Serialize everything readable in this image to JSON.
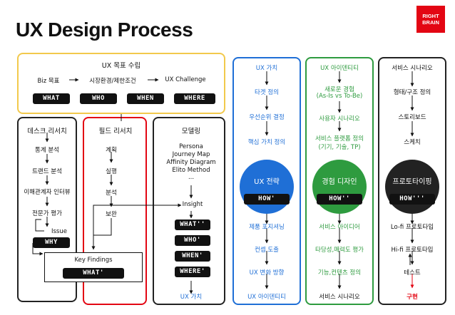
{
  "title": "UX Design Process",
  "logo": {
    "line1": "RIGHT",
    "line2": "BRAIN"
  },
  "colors": {
    "gold": "#f2c94c",
    "red": "#e30613",
    "blue": "#1f6fd6",
    "green": "#2e9b3f",
    "dark": "#222222"
  },
  "goal": {
    "heading": "UX 목표 수립",
    "flow": [
      "Biz 목표",
      "시장환경/제한조건",
      "UX Challenge"
    ],
    "tags": [
      "WHAT",
      "WHO",
      "WHEN",
      "WHERE"
    ]
  },
  "desk": {
    "heading": "데스크 리서치",
    "steps": [
      "통계 분석",
      "트랜드 분석",
      "이해관계자 인터뷰",
      "전문가 평가"
    ],
    "issue": "Issue",
    "tag": "WHY"
  },
  "field": {
    "heading": "필드 리서치",
    "steps": [
      "계획",
      "실행",
      "분석",
      "보완"
    ]
  },
  "key_findings": {
    "label": "Key Findings",
    "tag": "WHAT'"
  },
  "modeling": {
    "heading": "모델링",
    "lines": [
      "Persona",
      "Journey Map",
      "Affinity Diagram",
      "Elito Method",
      "..."
    ],
    "insight": "Insight",
    "tags": [
      "WHAT''",
      "WHO'",
      "WHEN'",
      "WHERE'"
    ],
    "bottom": "UX 가치"
  },
  "strategy": {
    "top": [
      "UX 가치",
      "타겟 정의",
      "우선순위 결정",
      "핵심 가치 정의"
    ],
    "circle": "UX 전략",
    "tag": "HOW'",
    "bottom": [
      "제품 포지셔닝",
      "컨셉 도출",
      "UX 변화 방향",
      "UX 아이덴티티"
    ]
  },
  "experience": {
    "top": [
      "UX 아이덴티티",
      "새로운 경험",
      "(As-Is vs To-Be)",
      "사용자 시나리오",
      "서비스 플랫폼 정의",
      "(기기, 기술, TP)"
    ],
    "circle": "경험 디자인",
    "tag": "HOW''",
    "bottom": [
      "서비스 아이디어",
      "타당성,매력도 평가",
      "기능,컨텐츠 정의",
      "서비스 시나리오"
    ]
  },
  "prototype": {
    "top": [
      "서비스 시나리오",
      "형태/구조 정의",
      "스토리보드",
      "스케치"
    ],
    "circle": "프로토타이핑",
    "tag": "HOW'''",
    "bottom": [
      "Lo-fi 프로토타입",
      "Hi-fi 프로토타입",
      "테스트",
      "구현"
    ]
  }
}
